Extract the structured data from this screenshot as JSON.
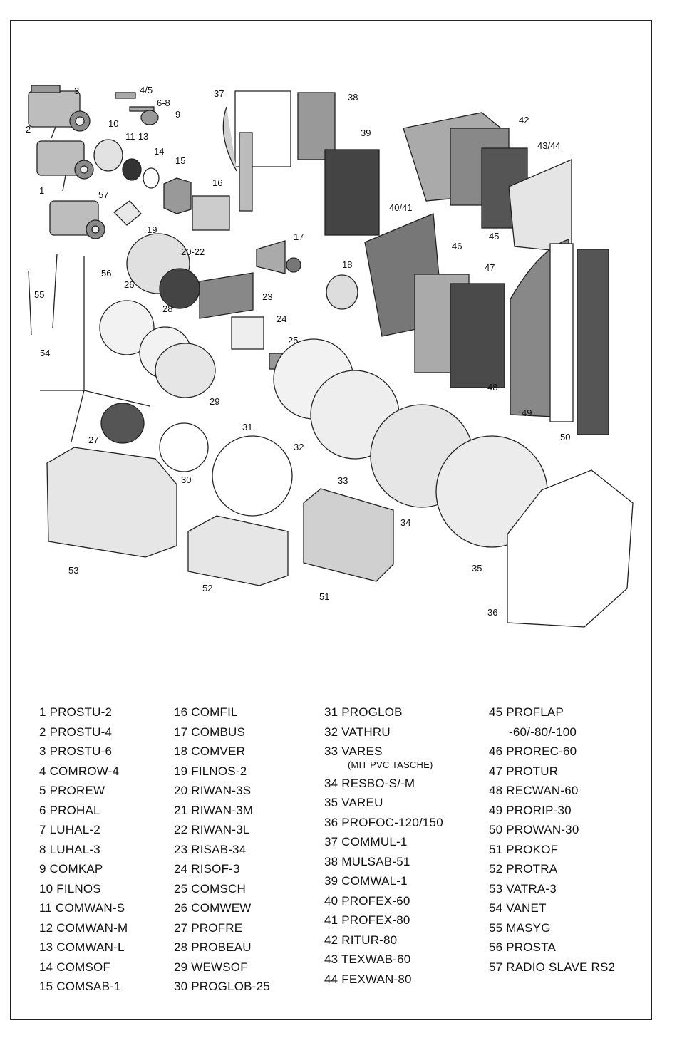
{
  "callouts": [
    "1",
    "2",
    "3",
    "4/5",
    "6-8",
    "9",
    "10",
    "11-13",
    "14",
    "15",
    "16",
    "17",
    "18",
    "19",
    "20-22",
    "23",
    "24",
    "25",
    "26",
    "27",
    "28",
    "29",
    "30",
    "31",
    "32",
    "33",
    "34",
    "35",
    "36",
    "37",
    "38",
    "39",
    "40/41",
    "42",
    "43/44",
    "45",
    "46",
    "47",
    "48",
    "49",
    "50",
    "51",
    "52",
    "53",
    "54",
    "55",
    "56",
    "57"
  ],
  "legend": {
    "col1": [
      "1 PROSTU-2",
      "2 PROSTU-4",
      "3 PROSTU-6",
      "4 COMROW-4",
      "5 PROREW",
      "6 PROHAL",
      "7 LUHAL-2",
      "8 LUHAL-3",
      "9 COMKAP",
      "10 FILNOS",
      "11 COMWAN-S",
      "12 COMWAN-M",
      "13 COMWAN-L",
      "14 COMSOF",
      "15 COMSAB-1"
    ],
    "col2": [
      "16 COMFIL",
      "17 COMBUS",
      "18 COMVER",
      "19 FILNOS-2",
      "20 RIWAN-3S",
      "21 RIWAN-3M",
      "22 RIWAN-3L",
      "23 RISAB-34",
      "24 RISOF-3",
      "25 COMSCH",
      "26 COMWEW",
      "27 PROFRE",
      "28 PROBEAU",
      "29 WEWSOF",
      "30 PROGLOB-25"
    ],
    "col3a": [
      "31 PROGLOB",
      "32 VATHRU",
      "33 VARES"
    ],
    "col3_note": "(MIT PVC TASCHE)",
    "col3b": [
      "34 RESBO-S/-M",
      "35 VAREU",
      "36 PROFOC-120/150",
      "37 COMMUL-1",
      "38 MULSAB-51",
      "39 COMWAL-1",
      "40 PROFEX-60",
      "41 PROFEX-80",
      "42 RITUR-80",
      "43 TEXWAB-60",
      "44 FEXWAN-80"
    ],
    "col4a": [
      "45 PROFLAP"
    ],
    "col4_cont": "-60/-80/-100",
    "col4b": [
      "46 PROREC-60",
      "47 PROTUR",
      "48 RECWAN-60",
      "49 PRORIP-30",
      "50 PROWAN-30",
      "51 PROKOF",
      "52 PROTRA",
      "53 VATRA-3",
      "54 VANET",
      "55 MASYG",
      "56 PROSTA",
      "57 RADIO SLAVE RS2"
    ]
  }
}
